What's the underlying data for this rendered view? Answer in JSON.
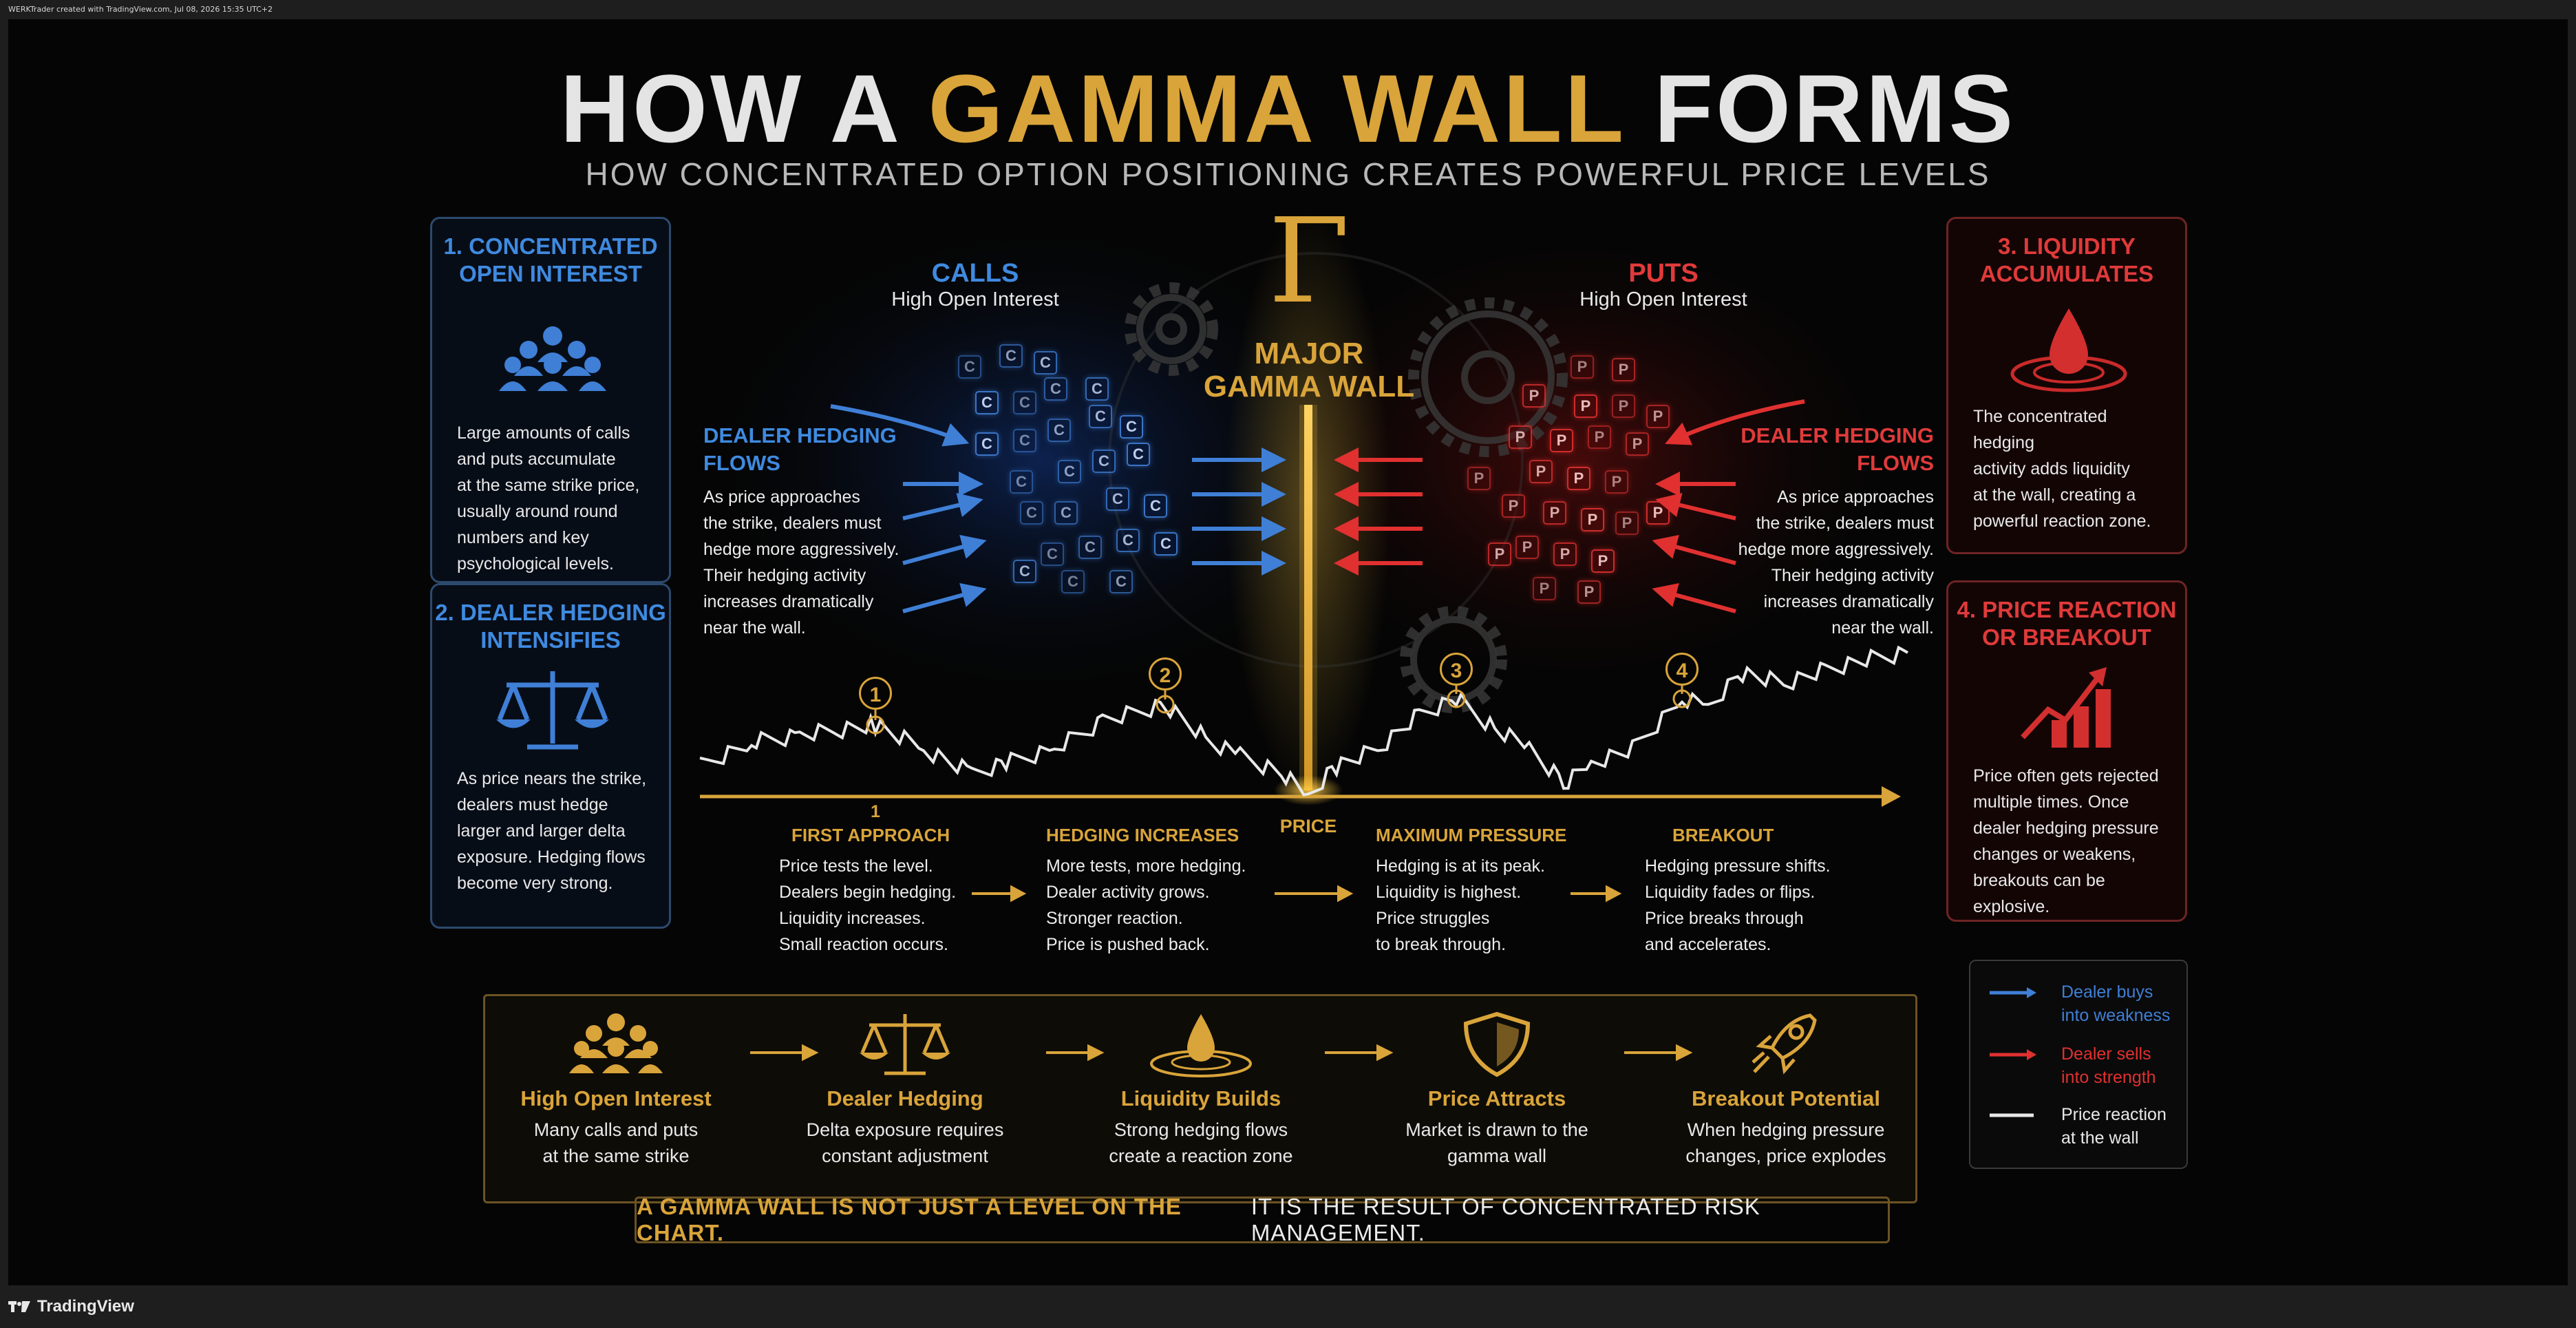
{
  "header": {
    "caption": "WERKTrader created with TradingView.com, Jul 08, 2026 15:35 UTC+2"
  },
  "footer": {
    "brand": "TradingView"
  },
  "title": {
    "part1": "HOW A",
    "highlight": "GAMMA WALL",
    "part2": "FORMS"
  },
  "subtitle": "HOW CONCENTRATED OPTION POSITIONING CREATES POWERFUL PRICE LEVELS",
  "left_boxes": [
    {
      "title_line1": "1. CONCENTRATED",
      "title_line2": "OPEN INTEREST",
      "lines": [
        "Large amounts of calls",
        "and puts accumulate",
        "at the same strike price,",
        "usually around round",
        "numbers and key",
        "psychological levels."
      ]
    },
    {
      "title_line1": "2. DEALER HEDGING",
      "title_line2": "INTENSIFIES",
      "lines": [
        "As price nears the strike,",
        "dealers must hedge",
        "larger and larger delta",
        "exposure. Hedging flows",
        "become very strong."
      ]
    }
  ],
  "right_boxes": [
    {
      "title_line1": "3. LIQUIDITY",
      "title_line2": "ACCUMULATES",
      "lines": [
        "The concentrated hedging",
        "activity adds liquidity",
        "at the wall, creating a",
        "powerful reaction zone."
      ]
    },
    {
      "title_line1": "4. PRICE REACTION",
      "title_line2": "OR BREAKOUT",
      "lines": [
        "Price often gets rejected",
        "multiple times. Once",
        "dealer hedging pressure",
        "changes or weakens,",
        "breakouts can be explosive."
      ]
    }
  ],
  "center": {
    "gamma_symbol": "Γ",
    "wall_label_line1": "MAJOR",
    "wall_label_line2": "GAMMA WALL",
    "calls_title": "CALLS",
    "calls_sub": "High Open Interest",
    "puts_title": "PUTS",
    "puts_sub": "High Open Interest",
    "call_letter": "C",
    "put_letter": "P",
    "left_hedge_title_line1": "DEALER HEDGING",
    "left_hedge_title_line2": "FLOWS",
    "left_hedge_lines": [
      "As price approaches",
      "the strike, dealers must",
      "hedge more aggressively.",
      "Their hedging activity",
      "increases dramatically",
      "near the wall."
    ],
    "right_hedge_title_line1": "DEALER HEDGING",
    "right_hedge_title_line2": "FLOWS",
    "right_hedge_lines": [
      "As price approaches",
      "the strike, dealers must",
      "hedge more aggressively.",
      "Their hedging activity",
      "increases dramatically",
      "near the wall."
    ],
    "price_label": "PRICE"
  },
  "markers": [
    "1",
    "2",
    "3",
    "4"
  ],
  "stage_number": "1",
  "stages": [
    {
      "title": "FIRST APPROACH",
      "lines": [
        "Price tests the level.",
        "Dealers begin hedging.",
        "Liquidity increases.",
        "Small reaction occurs."
      ]
    },
    {
      "title": "HEDGING INCREASES",
      "lines": [
        "More tests, more hedging.",
        "Dealer activity grows.",
        "Stronger reaction.",
        "Price is pushed back."
      ]
    },
    {
      "title": "MAXIMUM PRESSURE",
      "lines": [
        "Hedging is at its peak.",
        "Liquidity is highest.",
        "Price struggles",
        "to break through."
      ]
    },
    {
      "title": "BREAKOUT",
      "lines": [
        "Hedging pressure shifts.",
        "Liquidity fades or flips.",
        "Price breaks through",
        "and accelerates."
      ]
    }
  ],
  "flow": [
    {
      "name": "High Open Interest",
      "line1": "Many calls and puts",
      "line2": "at the same strike",
      "icon": "crowd-icon"
    },
    {
      "name": "Dealer Hedging",
      "line1": "Delta exposure requires",
      "line2": "constant adjustment",
      "icon": "scales-icon"
    },
    {
      "name": "Liquidity Builds",
      "line1": "Strong hedging flows",
      "line2": "create a reaction zone",
      "icon": "droplet-icon"
    },
    {
      "name": "Price Attracts",
      "line1": "Market is drawn to the",
      "line2": "gamma wall",
      "icon": "shield-icon"
    },
    {
      "name": "Breakout Potential",
      "line1": "When hedging pressure",
      "line2": "changes, price explodes",
      "icon": "rocket-icon"
    }
  ],
  "banner": {
    "gold_text": "A GAMMA WALL IS NOT JUST A LEVEL ON THE CHART.",
    "white_text": "IT IS THE RESULT OF CONCENTRATED RISK MANAGEMENT."
  },
  "legend": [
    {
      "line1": "Dealer buys",
      "line2": "into weakness",
      "color": "#3f7fd6"
    },
    {
      "line1": "Dealer sells",
      "line2": "into strength",
      "color": "#e03030"
    },
    {
      "line1": "Price reaction",
      "line2": "at the wall",
      "color": "#e8e8e8"
    }
  ],
  "colors": {
    "gold": "#d9a43a",
    "blue": "#3f8ae0",
    "red": "#e03a3a"
  }
}
